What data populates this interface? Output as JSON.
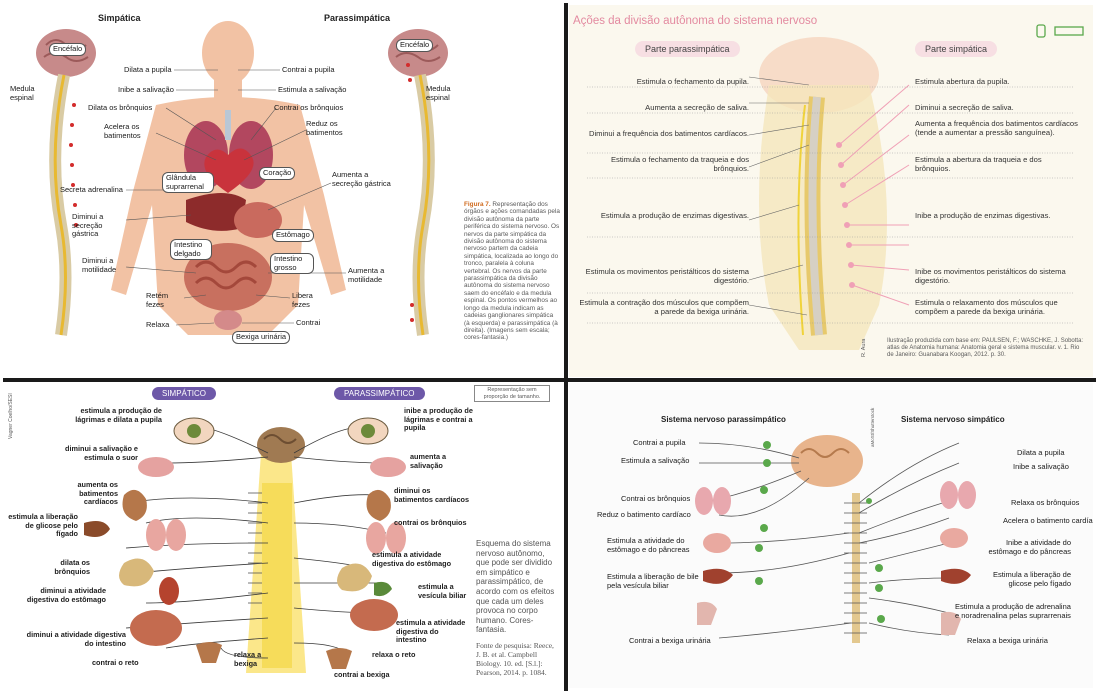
{
  "panel1": {
    "header_left": "Simpática",
    "header_right": "Parassimpática",
    "brain_left": "Encéfalo",
    "brain_right": "Encéfalo",
    "spine_left": "Medula espinal",
    "spine_right": "Medula espinal",
    "left_labels": [
      "Dilata a pupila",
      "Inibe a salivação",
      "Dilata os brônquios",
      "Acelera os batimentos",
      "Secreta adrenalina",
      "Diminui a secreção gástrica",
      "Diminui a motilidade",
      "Retém fezes",
      "Relaxa"
    ],
    "right_labels": [
      "Contrai a pupila",
      "Estimula a salivação",
      "Contrai os brônquios",
      "Reduz os batimentos",
      "Aumenta a secreção gástrica",
      "Aumenta a motilidade",
      "Libera fezes",
      "Contrai"
    ],
    "organ_labels": [
      "Glândula suprarrenal",
      "Coração",
      "Estômago",
      "Intestino delgado",
      "Intestino grosso",
      "Bexiga urinária"
    ],
    "caption_title": "Figura 7.",
    "caption": "Representação dos órgãos e ações comandadas pela divisão autônoma da parte periférica do sistema nervoso. Os nervos da parte simpática da divisão autônoma do sistema nervoso partem da cadeia simpática, localizada ao longo do tronco, paralela à coluna vertebral. Os nervos da parte parassimpática da divisão autônoma do sistema nervoso saem do encéfalo e da medula espinal. Os pontos vermelhos ao longo da medula indicam as cadeias ganglionares simpática (à esquerda) e parassimpática (à direita). (Imagens sem escala; cores-fantasia.)"
  },
  "panel2": {
    "title": "Ações da divisão autônoma do sistema nervoso",
    "left_header": "Parte parassimpática",
    "right_header": "Parte simpática",
    "left_rows": [
      "Estimula o fechamento da pupila.",
      "Aumenta a secreção de saliva.",
      "Diminui a frequência dos batimentos cardíacos.",
      "Estimula o fechamento da traqueia e dos brônquios.",
      "Estimula a produção de enzimas digestivas.",
      "Estimula os movimentos peristálticos do sistema digestório.",
      "Estimula a contração dos músculos que compõem a parede da bexiga urinária."
    ],
    "right_rows": [
      "Estimula abertura da pupila.",
      "Diminui a secreção de saliva.",
      "Aumenta a frequência dos batimentos cardíacos (tende a aumentar a pressão sanguínea).",
      "Estimula a abertura da traqueia e dos brônquios.",
      "Inibe a produção de enzimas digestivas.",
      "Inibe os movimentos peristálticos do sistema digestório.",
      "Estimula o relaxamento dos músculos que compõem a parede da bexiga urinária."
    ],
    "credit": "Ilustração produzida com base em: PAULSEN, F.; WASCHKE, J. Sobotta: atlas de Anatomia humana: Anatomia geral e sistema muscular. v. 1. Rio de Janeiro: Guanabara Koogan, 2012. p. 30.",
    "artist": "R. Aura"
  },
  "panel3": {
    "left_pill": "SIMPÁTICO",
    "right_pill": "PARASSIMPÁTICO",
    "size_note": "Representação sem proporção de tamanho.",
    "side_credit": "Vagner Coelho/SESI",
    "left_labels": [
      "estimula a produção de lágrimas e dilata a pupila",
      "diminui a salivação e estimula o suor",
      "aumenta os batimentos cardíacos",
      "estimula a liberação de glicose pelo fígado",
      "dilata os brônquios",
      "diminui a atividade digestiva do estômago",
      "diminui a atividade digestiva do intestino",
      "contrai o reto",
      "relaxa a bexiga"
    ],
    "right_labels": [
      "inibe a produção de lágrimas e contrai a pupila",
      "aumenta a salivação",
      "diminui os batimentos cardíacos",
      "contrai os brônquios",
      "estimula a atividade digestiva do estômago",
      "estimula a vesícula biliar",
      "estimula a atividade digestiva do intestino",
      "relaxa o reto",
      "contrai a bexiga"
    ],
    "summary": "Esquema do sistema nervoso autônomo, que pode ser dividido em simpático e parassimpático, de acordo com os efeitos que cada um deles provoca no corpo humano. Cores-fantasia.",
    "source": "Fonte de pesquisa: Reece, J. B. et al. Campbell Biology. 10. ed. [S.l.]: Pearson, 2014. p. 1084."
  },
  "panel4": {
    "header_left": "Sistema nervoso parassimpático",
    "header_right": "Sistema nervoso simpático",
    "left_labels": [
      "Contrai a pupila",
      "Estimula a salivação",
      "Contrai os brônquios",
      "Reduz o batimento cardíaco",
      "Estimula a atividade do estômago e do pâncreas",
      "Estimula a liberação de bile pela vesícula biliar",
      "Contrai a bexiga urinária"
    ],
    "right_labels": [
      "Dilata a pupila",
      "Inibe a salivação",
      "Relaxa os brônquios",
      "Acelera o batimento cardíaco",
      "Inibe a atividade do estômago e do pâncreas",
      "Estimula a liberação de glicose pelo fígado",
      "Estimula a produção de adrenalina e noradrenalina pelas suprarrenais",
      "Relaxa a bexiga urinária"
    ],
    "side_credit": "aMoSt/Shutterstock"
  },
  "colors": {
    "pink": "#e0638a",
    "pinkBg": "#f7dfe3",
    "peach": "#f2c7a8",
    "purple": "#6d58a8",
    "green": "#5aa84b",
    "spine": "#f6e27a",
    "title_pink": "#e38aa0"
  }
}
